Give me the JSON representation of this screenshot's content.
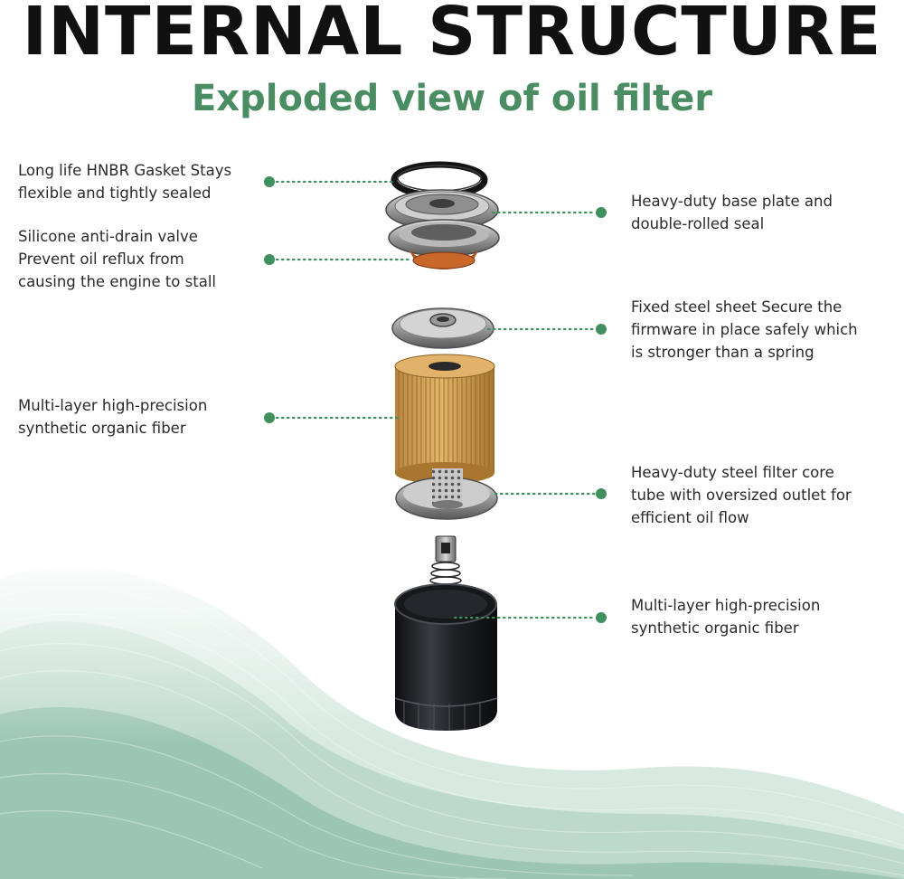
{
  "header": {
    "title": "INTERNAL STRUCTURE",
    "subtitle": "Exploded view of oil filter"
  },
  "callouts": {
    "gasket": {
      "line1": "Long life HNBR Gasket Stays",
      "line2": "flexible and tightly sealed"
    },
    "valve": {
      "line1": "Silicone anti-drain valve",
      "line2": "Prevent oil reflux from",
      "line3": "causing the engine to stall"
    },
    "media_left": {
      "line1": "Multi-layer high-precision",
      "line2": "synthetic organic fiber"
    },
    "base_plate": {
      "line1": "Heavy-duty base plate and",
      "line2": "double-rolled seal"
    },
    "steel_sheet": {
      "line1": "Fixed steel sheet Secure the",
      "line2": "firmware in place safely which",
      "line3": "is stronger than a spring"
    },
    "core_tube": {
      "line1": "Heavy-duty steel filter core",
      "line2": "tube with oversized outlet for",
      "line3": "efficient oil flow"
    },
    "media_right": {
      "line1": "Multi-layer high-precision",
      "line2": "synthetic organic fiber"
    }
  },
  "colors": {
    "title": "#111111",
    "subtitle": "#4a8d63",
    "callout_dot": "#3f8f5f",
    "filter_media": "#d9a85e",
    "canister": "#1c1d22",
    "background_wave": "#bcd9cc"
  },
  "icons": {
    "gasket": "o-ring",
    "base_plate": "base-plate",
    "valve": "anti-drain-valve",
    "steel_sheet": "end-cap",
    "media": "pleated-filter",
    "core_tube": "perforated-core",
    "spring": "bypass-spring",
    "canister": "filter-canister"
  }
}
